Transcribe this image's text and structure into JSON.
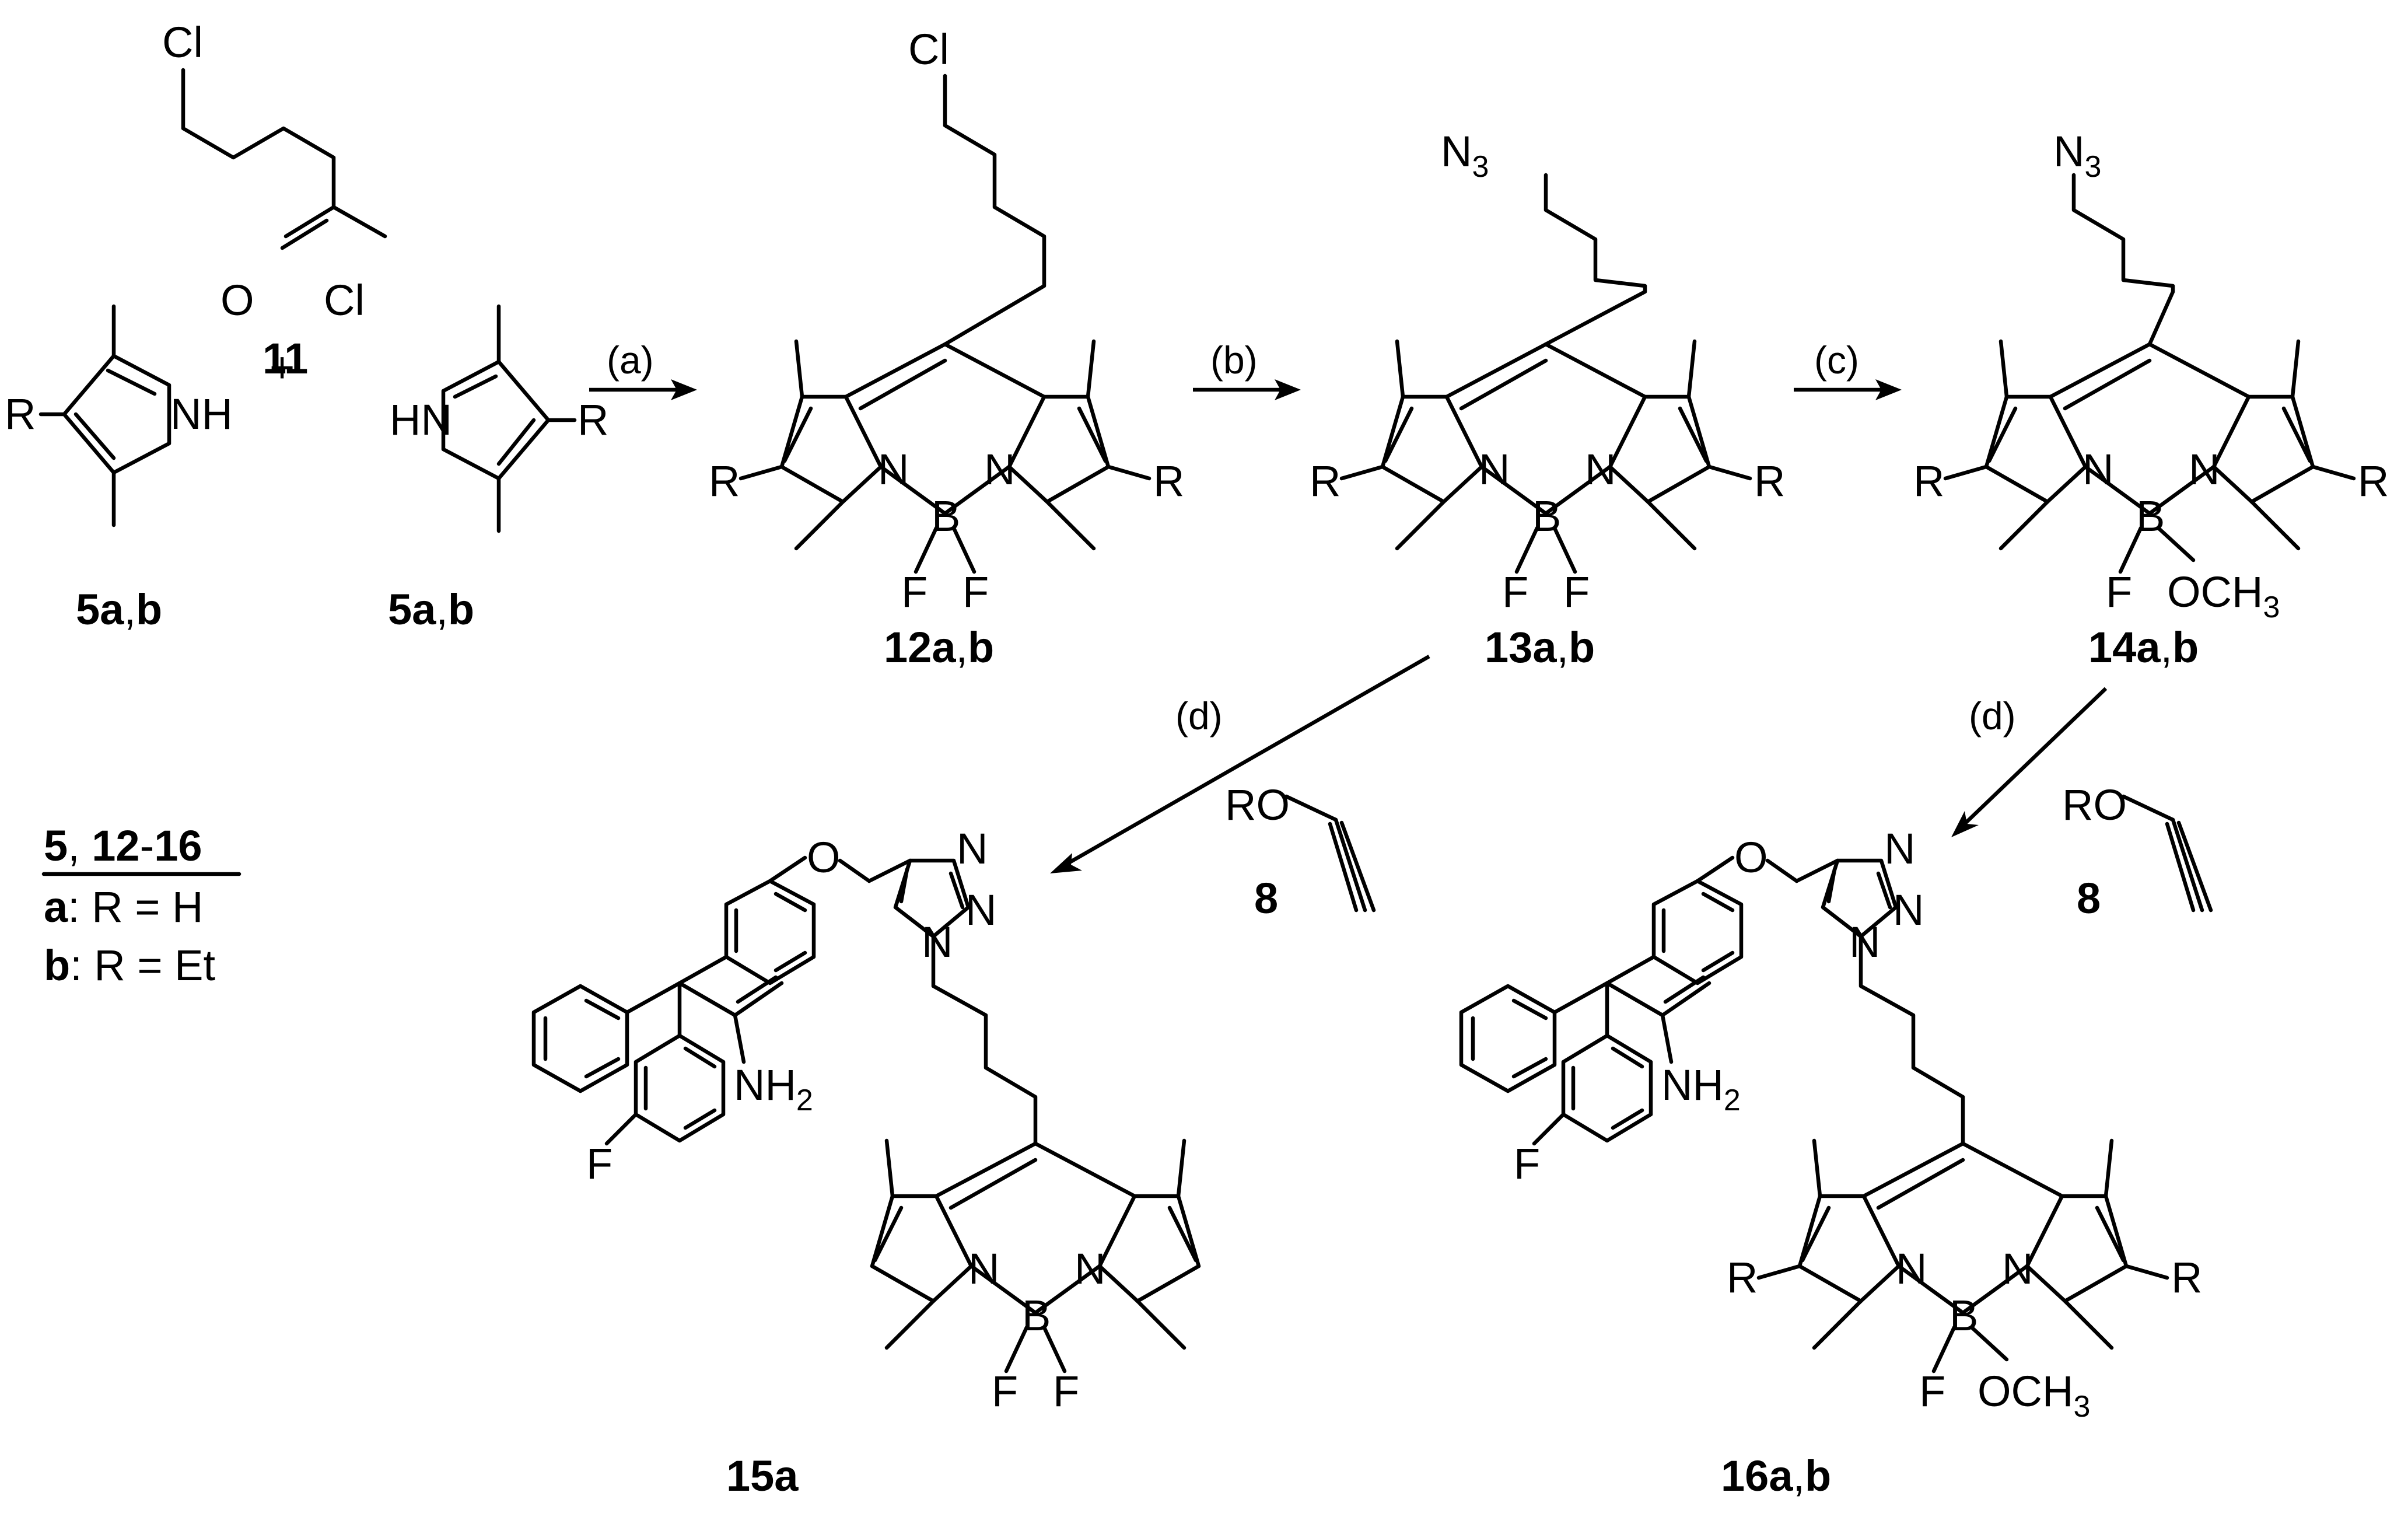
{
  "reagents": {
    "acyl_chloride": {
      "cl_top": "Cl",
      "o": "O",
      "cl_right": "Cl",
      "label": "11"
    },
    "plus": "+",
    "pyrrole_left": {
      "r": "R",
      "nh": "NH",
      "label_num": "5",
      "label_a": "a",
      "label_sep": ",",
      "label_b": "b"
    },
    "pyrrole_right": {
      "r": "R",
      "hn": "HN",
      "label_num": "5",
      "label_a": "a",
      "label_sep": ",",
      "label_b": "b"
    },
    "alkyne_1": {
      "ro": "RO",
      "label": "8"
    },
    "alkyne_2": {
      "ro": "RO",
      "label": "8"
    }
  },
  "steps": {
    "a": "(a)",
    "b": "(b)",
    "c": "(c)",
    "d1": "(d)",
    "d2": "(d)"
  },
  "compounds": {
    "c12": {
      "top": "Cl",
      "r": "R",
      "n": "N",
      "b": "B",
      "f1": "F",
      "f2": "F",
      "label_num": "12",
      "label_a": "a",
      "label_sep": ",",
      "label_b": "b"
    },
    "c13": {
      "top": "N",
      "top_sub": "3",
      "r": "R",
      "n": "N",
      "b": "B",
      "f1": "F",
      "f2": "F",
      "label_num": "13",
      "label_a": "a",
      "label_sep": ",",
      "label_b": "b"
    },
    "c14": {
      "top": "N",
      "top_sub": "3",
      "r": "R",
      "n": "N",
      "b": "B",
      "f1": "F",
      "och3": "OCH",
      "och3_sub": "3",
      "label_num": "14",
      "label_a": "a",
      "label_sep": ",",
      "label_b": "b"
    },
    "c15": {
      "o": "O",
      "n": "N",
      "nh2": "NH",
      "nh2_sub": "2",
      "f_aryl": "F",
      "b": "B",
      "f1": "F",
      "f2": "F",
      "label": "15a"
    },
    "c16": {
      "o": "O",
      "n": "N",
      "nh2": "NH",
      "nh2_sub": "2",
      "f_aryl": "F",
      "r": "R",
      "b": "B",
      "f1": "F",
      "och3": "OCH",
      "och3_sub": "3",
      "label_num": "16",
      "label_a": "a",
      "label_sep": ",",
      "label_b": "b"
    }
  },
  "legend": {
    "head_5": "5",
    "head_sep": ", ",
    "head_12": "12",
    "head_dash": "-",
    "head_16": "16",
    "row_a_key": "a",
    "row_a_text": ": R = H",
    "row_b_key": "b",
    "row_b_text": ": R = Et"
  }
}
